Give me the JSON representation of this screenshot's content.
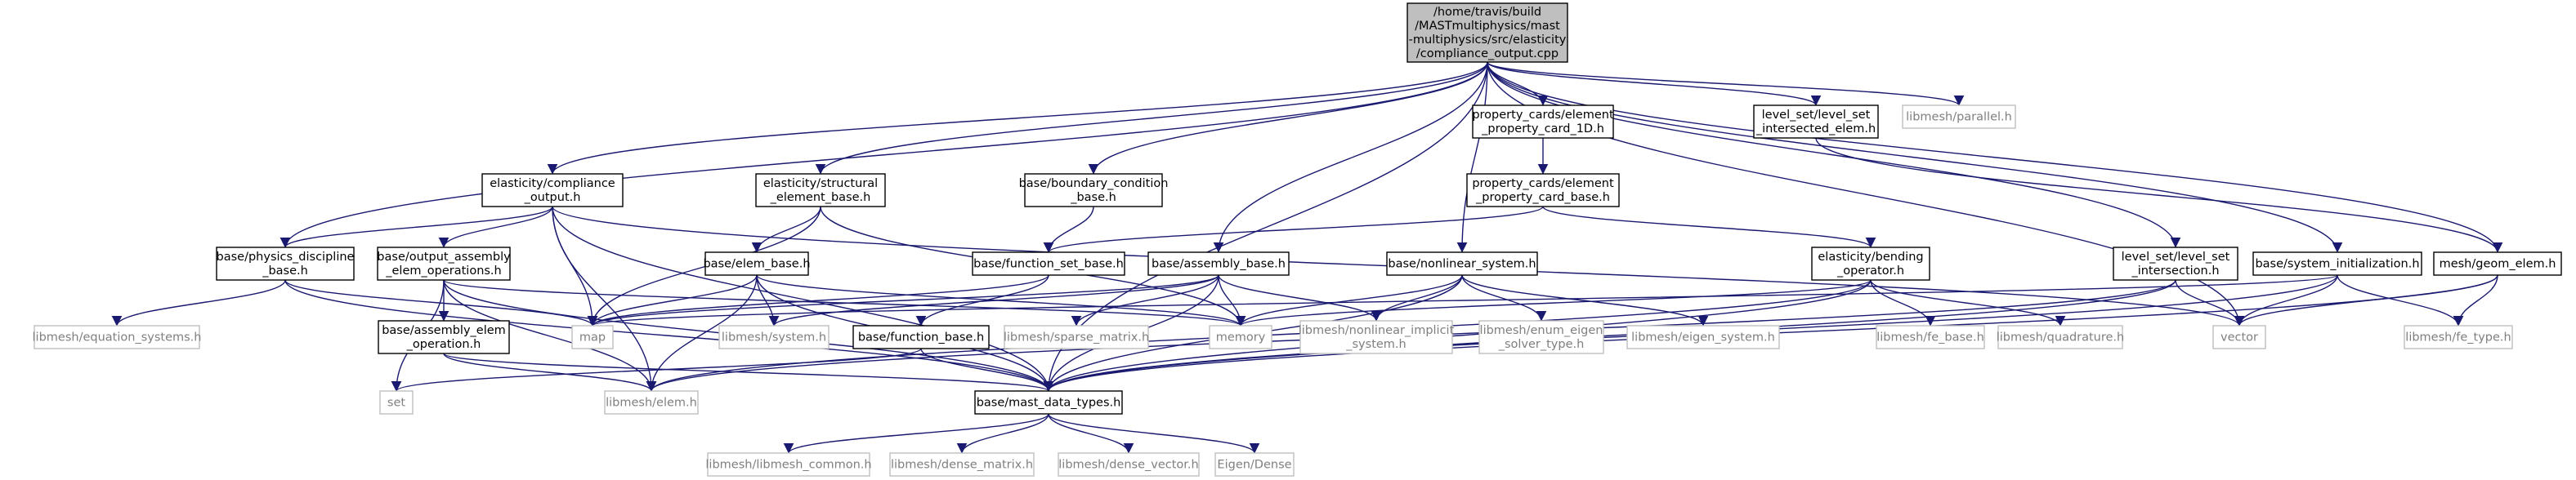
{
  "colors": {
    "edge": "#191970",
    "main_fill": "#bfbfbf",
    "ext_border": "#bfbfbf",
    "ext_text": "#7f7f7f"
  },
  "nodes": [
    {
      "id": "main",
      "kind": "main",
      "lines": [
        "/home/travis/build",
        "/MASTmultiphysics/mast",
        "-multiphysics/src/elasticity",
        "/compliance_output.cpp"
      ]
    },
    {
      "id": "compliance_h",
      "kind": "proj",
      "lines": [
        "elasticity/compliance",
        "_output.h"
      ]
    },
    {
      "id": "structural_h",
      "kind": "proj",
      "lines": [
        "elasticity/structural",
        "_element_base.h"
      ]
    },
    {
      "id": "boundary_h",
      "kind": "proj",
      "lines": [
        "base/boundary_condition",
        "_base.h"
      ]
    },
    {
      "id": "card1d_h",
      "kind": "proj",
      "lines": [
        "property_cards/element",
        "_property_card_1D.h"
      ]
    },
    {
      "id": "cardbase_h",
      "kind": "proj",
      "lines": [
        "property_cards/element",
        "_property_card_base.h"
      ]
    },
    {
      "id": "lsintersected_h",
      "kind": "proj",
      "lines": [
        "level_set/level_set",
        "_intersected_elem.h"
      ]
    },
    {
      "id": "parallel_h",
      "kind": "ext",
      "lines": [
        "libmesh/parallel.h"
      ]
    },
    {
      "id": "physics_h",
      "kind": "proj",
      "lines": [
        "base/physics_discipline",
        "_base.h"
      ]
    },
    {
      "id": "outasm_h",
      "kind": "proj",
      "lines": [
        "base/output_assembly",
        "_elem_operations.h"
      ]
    },
    {
      "id": "elembase_h",
      "kind": "proj",
      "lines": [
        "base/elem_base.h"
      ]
    },
    {
      "id": "fnsetbase_h",
      "kind": "proj",
      "lines": [
        "base/function_set_base.h"
      ]
    },
    {
      "id": "asmbase_h",
      "kind": "proj",
      "lines": [
        "base/assembly_base.h"
      ]
    },
    {
      "id": "nonlinear_h",
      "kind": "proj",
      "lines": [
        "base/nonlinear_system.h"
      ]
    },
    {
      "id": "bending_h",
      "kind": "proj",
      "lines": [
        "elasticity/bending",
        "_operator.h"
      ]
    },
    {
      "id": "lsintersection_h",
      "kind": "proj",
      "lines": [
        "level_set/level_set",
        "_intersection.h"
      ]
    },
    {
      "id": "sysinit_h",
      "kind": "proj",
      "lines": [
        "base/system_initialization.h"
      ]
    },
    {
      "id": "geomelem_h",
      "kind": "proj",
      "lines": [
        "mesh/geom_elem.h"
      ]
    },
    {
      "id": "eqsys_h",
      "kind": "ext",
      "lines": [
        "libmesh/equation_systems.h"
      ]
    },
    {
      "id": "asmelem_h",
      "kind": "proj",
      "lines": [
        "base/assembly_elem",
        "_operation.h"
      ]
    },
    {
      "id": "map",
      "kind": "ext",
      "lines": [
        "map"
      ]
    },
    {
      "id": "lmsystem_h",
      "kind": "ext",
      "lines": [
        "libmesh/system.h"
      ]
    },
    {
      "id": "fnbase_h",
      "kind": "proj",
      "lines": [
        "base/function_base.h"
      ]
    },
    {
      "id": "sparse_h",
      "kind": "ext",
      "lines": [
        "libmesh/sparse_matrix.h"
      ]
    },
    {
      "id": "memory",
      "kind": "ext",
      "lines": [
        "memory"
      ]
    },
    {
      "id": "nlimplicit_h",
      "kind": "ext",
      "lines": [
        "libmesh/nonlinear_implicit",
        "_system.h"
      ]
    },
    {
      "id": "enumeigen_h",
      "kind": "ext",
      "lines": [
        "libmesh/enum_eigen",
        "_solver_type.h"
      ]
    },
    {
      "id": "eigensys_h",
      "kind": "ext",
      "lines": [
        "libmesh/eigen_system.h"
      ]
    },
    {
      "id": "febase_h",
      "kind": "ext",
      "lines": [
        "libmesh/fe_base.h"
      ]
    },
    {
      "id": "quad_h",
      "kind": "ext",
      "lines": [
        "libmesh/quadrature.h"
      ]
    },
    {
      "id": "vector",
      "kind": "ext",
      "lines": [
        "vector"
      ]
    },
    {
      "id": "fetype_h",
      "kind": "ext",
      "lines": [
        "libmesh/fe_type.h"
      ]
    },
    {
      "id": "set",
      "kind": "ext",
      "lines": [
        "set"
      ]
    },
    {
      "id": "elem_h",
      "kind": "ext",
      "lines": [
        "libmesh/elem.h"
      ]
    },
    {
      "id": "mastdata_h",
      "kind": "proj",
      "lines": [
        "base/mast_data_types.h"
      ]
    },
    {
      "id": "common_h",
      "kind": "ext",
      "lines": [
        "libmesh/libmesh_common.h"
      ]
    },
    {
      "id": "densemat_h",
      "kind": "ext",
      "lines": [
        "libmesh/dense_matrix.h"
      ]
    },
    {
      "id": "densevec_h",
      "kind": "ext",
      "lines": [
        "libmesh/dense_vector.h"
      ]
    },
    {
      "id": "eigendense",
      "kind": "ext",
      "lines": [
        "Eigen/Dense"
      ]
    }
  ],
  "edges": [
    [
      "main",
      "compliance_h"
    ],
    [
      "main",
      "structural_h"
    ],
    [
      "main",
      "boundary_h"
    ],
    [
      "main",
      "card1d_h"
    ],
    [
      "main",
      "lsintersected_h"
    ],
    [
      "main",
      "parallel_h"
    ],
    [
      "main",
      "physics_h"
    ],
    [
      "main",
      "asmbase_h"
    ],
    [
      "main",
      "nonlinear_h"
    ],
    [
      "main",
      "sysinit_h"
    ],
    [
      "main",
      "lsintersection_h"
    ],
    [
      "main",
      "geomelem_h"
    ],
    [
      "main",
      "vector"
    ],
    [
      "main",
      "mastdata_h"
    ],
    [
      "compliance_h",
      "physics_h"
    ],
    [
      "compliance_h",
      "outasm_h"
    ],
    [
      "compliance_h",
      "map"
    ],
    [
      "compliance_h",
      "elem_h"
    ],
    [
      "compliance_h",
      "mastdata_h"
    ],
    [
      "compliance_h",
      "vector"
    ],
    [
      "structural_h",
      "elembase_h"
    ],
    [
      "structural_h",
      "map"
    ],
    [
      "structural_h",
      "memory"
    ],
    [
      "boundary_h",
      "fnsetbase_h"
    ],
    [
      "card1d_h",
      "cardbase_h"
    ],
    [
      "cardbase_h",
      "fnsetbase_h"
    ],
    [
      "cardbase_h",
      "bending_h"
    ],
    [
      "lsintersected_h",
      "geomelem_h"
    ],
    [
      "physics_h",
      "eqsys_h"
    ],
    [
      "physics_h",
      "map"
    ],
    [
      "physics_h",
      "mastdata_h"
    ],
    [
      "outasm_h",
      "asmelem_h"
    ],
    [
      "outasm_h",
      "set"
    ],
    [
      "outasm_h",
      "memory"
    ],
    [
      "outasm_h",
      "mastdata_h"
    ],
    [
      "outasm_h",
      "elem_h"
    ],
    [
      "elembase_h",
      "map"
    ],
    [
      "elembase_h",
      "lmsystem_h"
    ],
    [
      "elembase_h",
      "memory"
    ],
    [
      "elembase_h",
      "elem_h"
    ],
    [
      "elembase_h",
      "mastdata_h"
    ],
    [
      "fnsetbase_h",
      "fnbase_h"
    ],
    [
      "fnsetbase_h",
      "map"
    ],
    [
      "asmbase_h",
      "map"
    ],
    [
      "asmbase_h",
      "lmsystem_h"
    ],
    [
      "asmbase_h",
      "sparse_h"
    ],
    [
      "asmbase_h",
      "memory"
    ],
    [
      "asmbase_h",
      "nlimplicit_h"
    ],
    [
      "asmbase_h",
      "mastdata_h"
    ],
    [
      "nonlinear_h",
      "memory"
    ],
    [
      "nonlinear_h",
      "nlimplicit_h"
    ],
    [
      "nonlinear_h",
      "enumeigen_h"
    ],
    [
      "nonlinear_h",
      "eigensys_h"
    ],
    [
      "nonlinear_h",
      "mastdata_h"
    ],
    [
      "bending_h",
      "memory"
    ],
    [
      "bending_h",
      "febase_h"
    ],
    [
      "bending_h",
      "quad_h"
    ],
    [
      "bending_h",
      "elem_h"
    ],
    [
      "bending_h",
      "mastdata_h"
    ],
    [
      "lsintersection_h",
      "vector"
    ],
    [
      "lsintersection_h",
      "elem_h"
    ],
    [
      "lsintersection_h",
      "mastdata_h"
    ],
    [
      "sysinit_h",
      "vector"
    ],
    [
      "sysinit_h",
      "fetype_h"
    ],
    [
      "sysinit_h",
      "mastdata_h"
    ],
    [
      "sysinit_h",
      "map"
    ],
    [
      "geomelem_h",
      "fetype_h"
    ],
    [
      "geomelem_h",
      "mastdata_h"
    ],
    [
      "geomelem_h",
      "vector"
    ],
    [
      "asmelem_h",
      "elem_h"
    ],
    [
      "asmelem_h",
      "mastdata_h"
    ],
    [
      "fnbase_h",
      "mastdata_h"
    ],
    [
      "fnbase_h",
      "set"
    ],
    [
      "mastdata_h",
      "common_h"
    ],
    [
      "mastdata_h",
      "densemat_h"
    ],
    [
      "mastdata_h",
      "densevec_h"
    ],
    [
      "mastdata_h",
      "eigendense"
    ]
  ]
}
